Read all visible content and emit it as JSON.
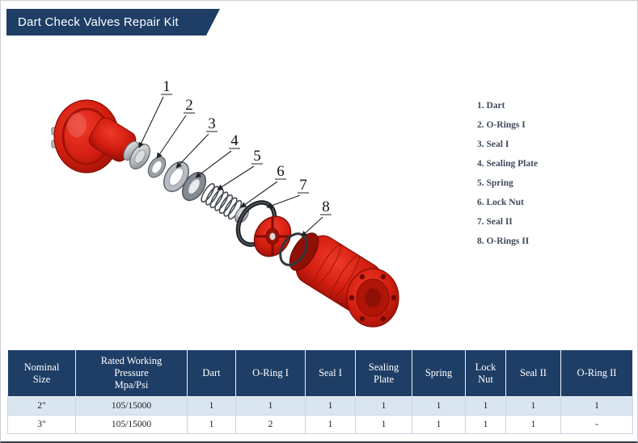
{
  "banner": {
    "title": "Dart Check Valves Repair Kit"
  },
  "legend": {
    "items": [
      "1. Dart",
      "2. O-Rings I",
      "3. Seal I",
      "4. Sealing Plate",
      "5. Spring",
      "6. Lock Nut",
      "7. Seal II",
      "8. O-Rings II"
    ]
  },
  "diagram": {
    "callouts": [
      "1",
      "2",
      "3",
      "4",
      "5",
      "6",
      "7",
      "8"
    ]
  },
  "table": {
    "headers": [
      "Nominal\nSize",
      "Rated Working\nPressure\nMpa/Psi",
      "Dart",
      "O-Ring I",
      "Seal I",
      "Sealing\nPlate",
      "Spring",
      "Lock\nNut",
      "Seal II",
      "O-Ring II"
    ],
    "rows": [
      [
        "2\"",
        "105/15000",
        "1",
        "1",
        "1",
        "1",
        "1",
        "1",
        "1",
        "1"
      ],
      [
        "3\"",
        "105/15000",
        "1",
        "2",
        "1",
        "1",
        "1",
        "1",
        "1",
        "-"
      ]
    ]
  },
  "colors": {
    "navy": "#1e3e66",
    "row_highlight": "#d9e5f1",
    "valve_red": "#d21e10"
  }
}
